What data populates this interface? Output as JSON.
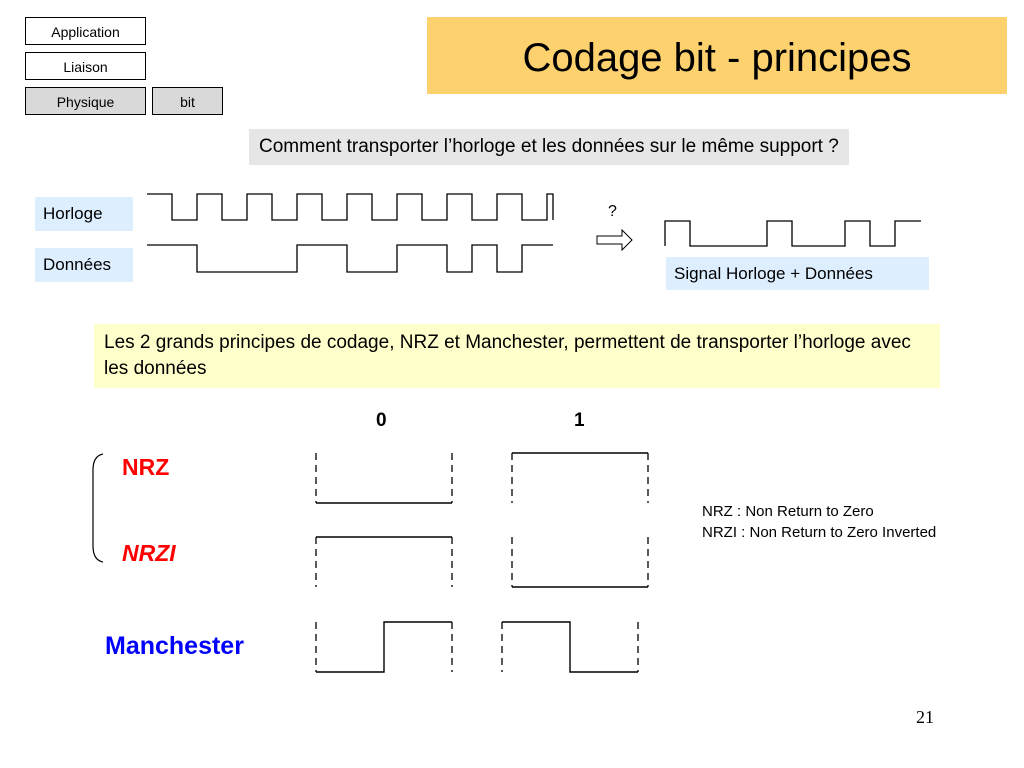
{
  "layers": {
    "application": "Application",
    "liaison": "Liaison",
    "physique": "Physique",
    "bit": "bit"
  },
  "title": "Codage bit - principes",
  "question": "Comment transporter l’horloge et les données sur le même support ?",
  "signals": {
    "horloge_label": "Horloge",
    "donnees_label": "Données",
    "question_mark": "?",
    "combined_label": "Signal  Horloge + Données"
  },
  "principles_text": "Les 2 grands principes de codage, NRZ et Manchester, permettent de transporter l’horloge avec les données",
  "encoding": {
    "col_0": "0",
    "col_1": "1",
    "nrz": "NRZ",
    "nrzi": "NRZI",
    "manchester": "Manchester"
  },
  "legend": {
    "nrz_def": "NRZ  : Non Return to Zero",
    "nrzi_def": "NRZI : Non Return to Zero Inverted"
  },
  "page_number": "21",
  "colors": {
    "title_bg": "#fdd26e",
    "label_bg": "#ddeeff",
    "note_bg": "#ffffcc",
    "question_bg": "#e6e6e6",
    "nrz_color": "#ff0000",
    "manchester_color": "#0000ff"
  }
}
